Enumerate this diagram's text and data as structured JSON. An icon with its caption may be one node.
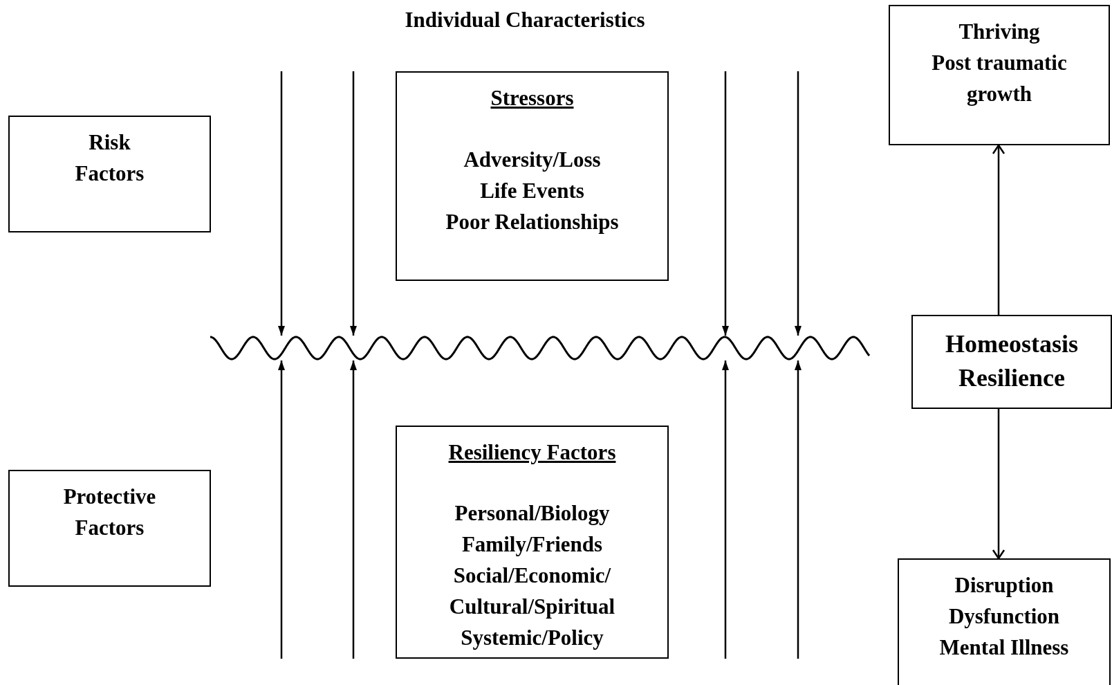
{
  "diagram": {
    "title": "Individual Characteristics",
    "nodes": [
      {
        "text": [
          "Risk Factors"
        ]
      },
      {
        "text": [
          "Stressors",
          "Adversity/Loss",
          "Life Events",
          "Poor Relationships"
        ]
      },
      {
        "text": [
          "Thriving",
          "Post traumatic growth"
        ]
      },
      {
        "text": [],
        "shape": "wave"
      },
      {
        "text": [
          "Homeostasis",
          "Resilience"
        ]
      },
      {
        "text": [
          "Protective Factors"
        ]
      },
      {
        "text": [
          "Resiliency Factors",
          "Personal/Biology",
          "Family/Friends",
          "Social/Economic/ Cultural/Spiritual",
          "Systemic/Policy"
        ]
      },
      {
        "text": [
          "Disruption",
          "Dysfunction",
          "Mental Illness"
        ]
      }
    ],
    "edges": [
      {
        "from": null,
        "to": 3,
        "arrow": "to"
      },
      {
        "from": null,
        "to": 3,
        "arrow": "to"
      },
      {
        "from": null,
        "to": 3,
        "arrow": "to"
      },
      {
        "from": null,
        "to": 3,
        "arrow": "to"
      },
      {
        "from": null,
        "to": 3,
        "arrow": "to"
      },
      {
        "from": null,
        "to": 3,
        "arrow": "to"
      },
      {
        "from": null,
        "to": 3,
        "arrow": "to"
      },
      {
        "from": null,
        "to": 3,
        "arrow": "to"
      },
      {
        "from": 4,
        "to": 2,
        "arrow": "to"
      },
      {
        "from": 4,
        "to": 7,
        "arrow": "to"
      }
    ]
  }
}
